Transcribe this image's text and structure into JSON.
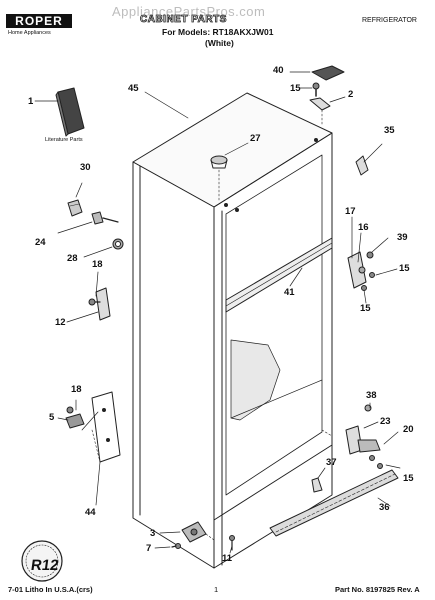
{
  "watermark": "AppliancePartsPros.com",
  "brand": {
    "logo": "ROPER",
    "sub": "Home Appliances"
  },
  "header": {
    "title": "CABINET PARTS",
    "models": "For Models: RT18AKXJW01",
    "color": "(White)",
    "category": "REFRIGERATOR"
  },
  "literature_label": "Literature Parts",
  "callouts": [
    {
      "id": "1",
      "label": "1"
    },
    {
      "id": "2",
      "label": "2"
    },
    {
      "id": "3",
      "label": "3"
    },
    {
      "id": "5",
      "label": "5"
    },
    {
      "id": "7",
      "label": "7"
    },
    {
      "id": "11",
      "label": "11"
    },
    {
      "id": "12",
      "label": "12"
    },
    {
      "id": "15a",
      "label": "15"
    },
    {
      "id": "15b",
      "label": "15"
    },
    {
      "id": "15c",
      "label": "15"
    },
    {
      "id": "15d",
      "label": "15"
    },
    {
      "id": "16",
      "label": "16"
    },
    {
      "id": "17",
      "label": "17"
    },
    {
      "id": "18a",
      "label": "18"
    },
    {
      "id": "18b",
      "label": "18"
    },
    {
      "id": "20",
      "label": "20"
    },
    {
      "id": "23",
      "label": "23"
    },
    {
      "id": "24",
      "label": "24"
    },
    {
      "id": "27",
      "label": "27"
    },
    {
      "id": "28",
      "label": "28"
    },
    {
      "id": "30",
      "label": "30"
    },
    {
      "id": "35",
      "label": "35"
    },
    {
      "id": "36",
      "label": "36"
    },
    {
      "id": "37",
      "label": "37"
    },
    {
      "id": "38",
      "label": "38"
    },
    {
      "id": "39",
      "label": "39"
    },
    {
      "id": "40",
      "label": "40"
    },
    {
      "id": "41",
      "label": "41"
    },
    {
      "id": "44",
      "label": "44"
    },
    {
      "id": "45",
      "label": "45"
    }
  ],
  "stamp": "R12",
  "footer": {
    "left": "7-01 Litho In U.S.A.(crs)",
    "page": "1",
    "right": "Part No. 8197825 Rev. A"
  }
}
